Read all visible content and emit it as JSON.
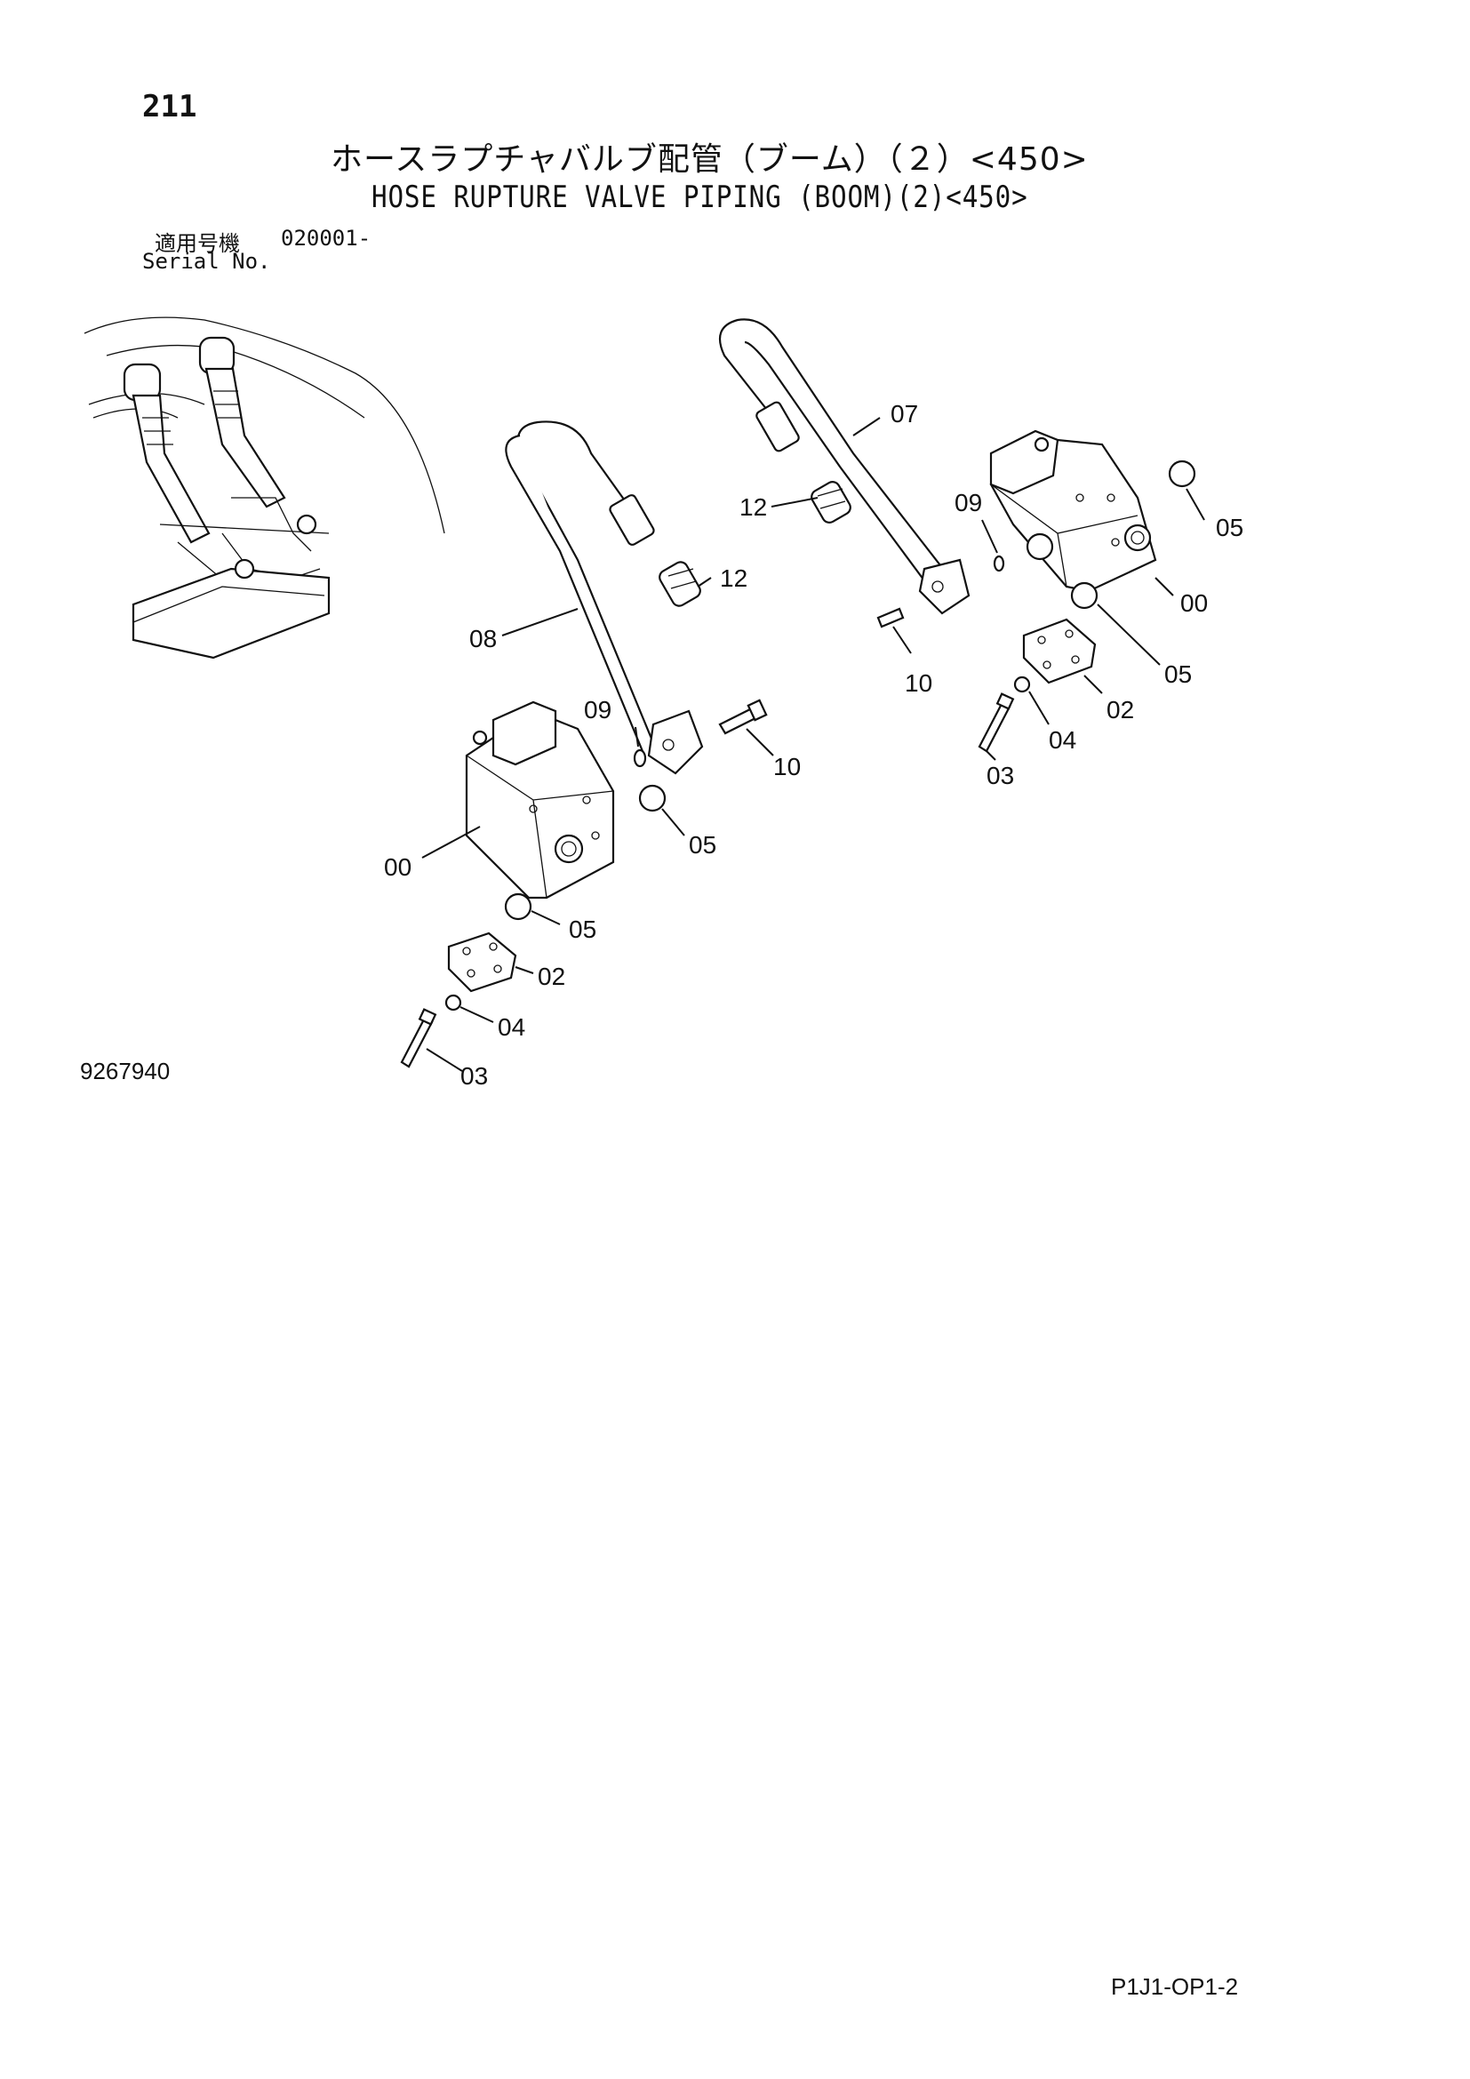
{
  "header": {
    "page_number": "211",
    "title_jp": "ホースラプチャバルブ配管（ブーム）（２）<450>",
    "title_en": "HOSE RUPTURE VALVE PIPING (BOOM)(2)<450>",
    "serial_label_jp": "適用号機",
    "serial_value": "020001-",
    "serial_label_en": "Serial No."
  },
  "footer": {
    "figure_number": "9267940",
    "page_code": "P1J1-OP1-2"
  },
  "callouts": [
    {
      "id": "c-07",
      "label": "07"
    },
    {
      "id": "c-12a",
      "label": "12"
    },
    {
      "id": "c-09a",
      "label": "09"
    },
    {
      "id": "c-05a",
      "label": "05"
    },
    {
      "id": "c-00a",
      "label": "00"
    },
    {
      "id": "c-05b",
      "label": "05"
    },
    {
      "id": "c-10a",
      "label": "10"
    },
    {
      "id": "c-02a",
      "label": "02"
    },
    {
      "id": "c-04a",
      "label": "04"
    },
    {
      "id": "c-03a",
      "label": "03"
    },
    {
      "id": "c-12b",
      "label": "12"
    },
    {
      "id": "c-08",
      "label": "08"
    },
    {
      "id": "c-09b",
      "label": "09"
    },
    {
      "id": "c-10b",
      "label": "10"
    },
    {
      "id": "c-05c",
      "label": "05"
    },
    {
      "id": "c-00b",
      "label": "00"
    },
    {
      "id": "c-05d",
      "label": "05"
    },
    {
      "id": "c-02b",
      "label": "02"
    },
    {
      "id": "c-04b",
      "label": "04"
    },
    {
      "id": "c-03b",
      "label": "03"
    }
  ]
}
